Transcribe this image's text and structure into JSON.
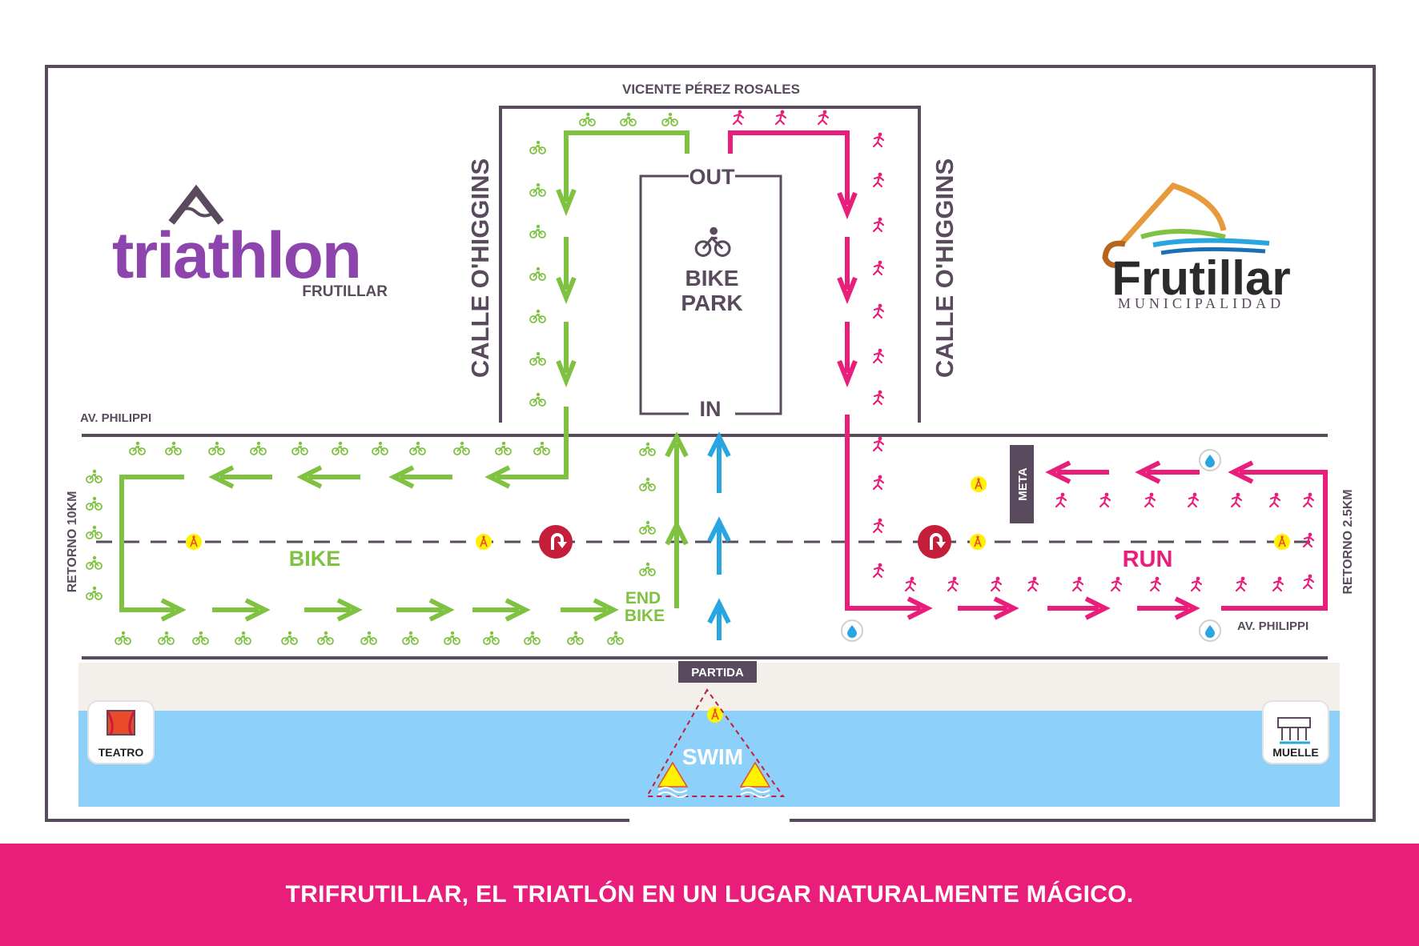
{
  "colors": {
    "bike": "#7fc241",
    "run": "#e91e7a",
    "swim_arrow": "#29a6e0",
    "water": "#8dd0f9",
    "road": "#5a4a5e",
    "label_box": "#5a4a5e",
    "aid": "#fff200",
    "banner": "#e91e7a"
  },
  "streets": {
    "top": "VICENTE PÉREZ ROSALES",
    "calle_left": "CALLE O'HIGGINS",
    "calle_right": "CALLE O'HIGGINS",
    "philippi_left": "AV. PHILIPPI",
    "philippi_right": "AV. PHILIPPI"
  },
  "bike_park": {
    "out": "OUT",
    "in": "IN",
    "line1": "BIKE",
    "line2": "PARK",
    "icon": "cyclist-icon"
  },
  "labels": {
    "bike": "BIKE",
    "run": "RUN",
    "end_bike_1": "END",
    "end_bike_2": "BIKE",
    "retorno_bike": "RETORNO 10KM",
    "retorno_run": "RETORNO 2.5KM",
    "meta": "META",
    "partida": "PARTIDA",
    "swim": "SWIM",
    "teatro": "TEATRO",
    "muelle": "MUELLE"
  },
  "logos": {
    "triathlon": {
      "word": "triathlon",
      "sub": "FRUTILLAR"
    },
    "municipality": {
      "word": "Frutillar",
      "sub": "MUNICIPALIDAD"
    }
  },
  "icons": [
    "cyclist-icon",
    "runner-icon",
    "aid-station-icon",
    "water-drop-icon",
    "u-turn-icon",
    "buoy-icon",
    "theater-icon",
    "pier-icon"
  ],
  "banner": {
    "text": "TRIFRUTILLAR, EL TRIATLÓN EN UN LUGAR NATURALMENTE MÁGICO."
  }
}
